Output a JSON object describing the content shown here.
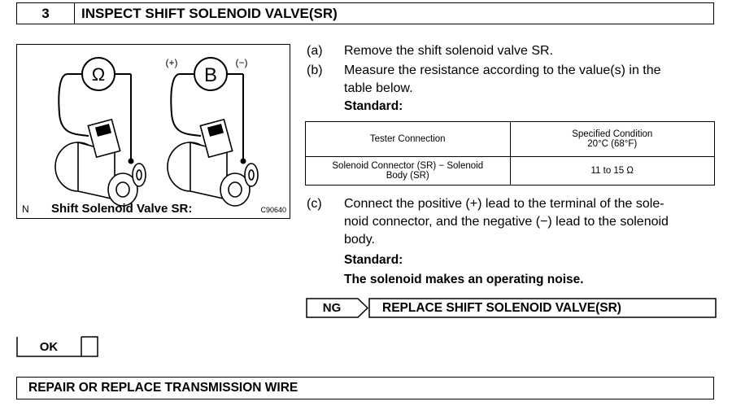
{
  "step": {
    "number": "3",
    "title": "INSPECT SHIFT SOLENOID VALVE(SR)"
  },
  "figure": {
    "ohm_symbol": "Ω",
    "battery_symbol": "B",
    "plus": "(+)",
    "minus": "(−)",
    "n_label": "N",
    "caption": "Shift Solenoid Valve SR:",
    "code": "C90640"
  },
  "instructions": [
    {
      "label": "(a)",
      "lines": [
        "Remove the shift solenoid valve SR."
      ]
    },
    {
      "label": "(b)",
      "lines": [
        "Measure the resistance according to the value(s) in the",
        "table below."
      ]
    },
    {
      "label": "(c)",
      "lines": [
        "Connect the positive (+) lead to the terminal of the sole-",
        "noid connector, and the negative (−) lead to the solenoid",
        "body."
      ]
    }
  ],
  "standard_label": "Standard:",
  "table": {
    "headers": [
      "Tester Connection",
      "Specified Condition",
      "20°C (68°F)"
    ],
    "row": [
      "Solenoid Connector (SR) − Solenoid",
      "Body (SR)",
      "11 to 15 Ω"
    ]
  },
  "standard_result": "The solenoid makes an operating noise.",
  "ng": {
    "label": "NG",
    "action": "REPLACE SHIFT SOLENOID VALVE(SR)"
  },
  "ok": {
    "label": "OK"
  },
  "final_action": "REPAIR OR REPLACE TRANSMISSION WIRE"
}
